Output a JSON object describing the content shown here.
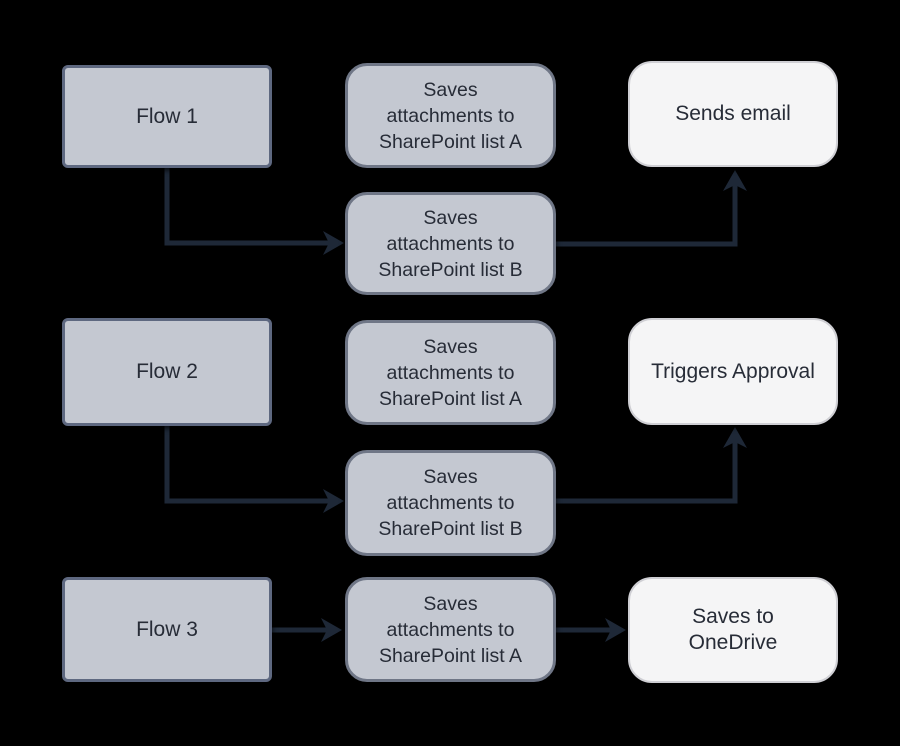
{
  "theme": {
    "background": "#000000",
    "arrow": "#1e2837",
    "gray_fill": "#c4c8d1",
    "gray_border": "#6f7686",
    "flow_border": "#5e6880",
    "white_fill": "#f5f5f6",
    "white_border": "#cfcfd4",
    "text": "#272c37"
  },
  "diagram": {
    "rows": [
      {
        "trigger": "Flow 1",
        "step_a": "Saves\nattachments to\nSharePoint list A",
        "step_b": "Saves\nattachments to\nSharePoint list B",
        "outcome": "Sends email"
      },
      {
        "trigger": "Flow 2",
        "step_a": "Saves\nattachments to\nSharePoint list A",
        "step_b": "Saves\nattachments to\nSharePoint list B",
        "outcome": "Triggers Approval"
      },
      {
        "trigger": "Flow 3",
        "step_a": "Saves\nattachments to\nSharePoint list A",
        "outcome": "Saves to\nOneDrive"
      }
    ]
  }
}
